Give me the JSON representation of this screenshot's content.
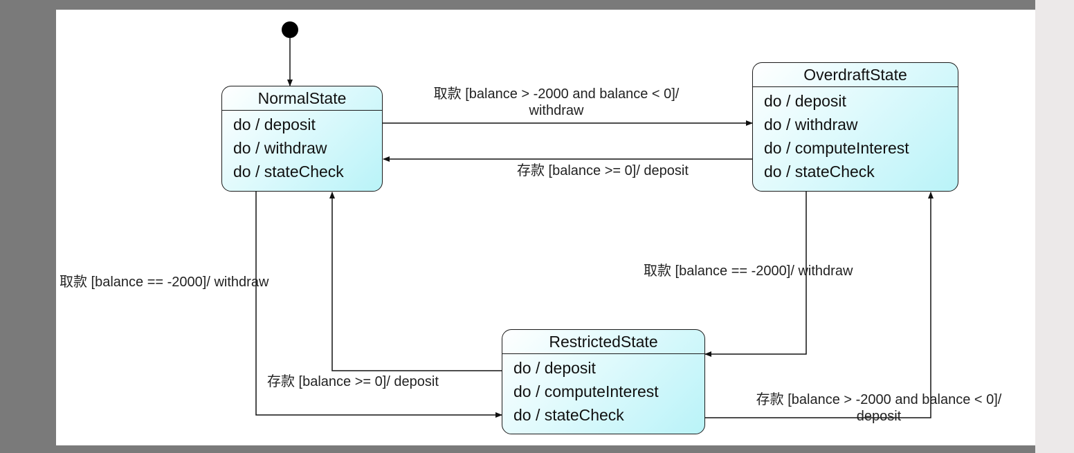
{
  "states": {
    "normal": {
      "name": "NormalState",
      "actions": [
        "do / deposit",
        "do / withdraw",
        "do / stateCheck"
      ]
    },
    "overdraft": {
      "name": "OverdraftState",
      "actions": [
        "do / deposit",
        "do / withdraw",
        "do / computeInterest",
        "do / stateCheck"
      ]
    },
    "restricted": {
      "name": "RestrictedState",
      "actions": [
        "do / deposit",
        "do / computeInterest",
        "do / stateCheck"
      ]
    }
  },
  "transitions": {
    "normal_to_overdraft": {
      "line1": "取款 [balance > -2000 and balance < 0]/",
      "line2": "withdraw"
    },
    "overdraft_to_normal": {
      "text": "存款 [balance >= 0]/ deposit"
    },
    "normal_to_restricted": {
      "text": "取款 [balance == -2000]/ withdraw"
    },
    "restricted_to_normal": {
      "text": "存款 [balance >= 0]/ deposit"
    },
    "overdraft_to_restricted": {
      "text": "取款 [balance == -2000]/ withdraw"
    },
    "restricted_to_overdraft": {
      "line1": "存款 [balance > -2000 and balance < 0]/",
      "line2": "deposit"
    }
  }
}
